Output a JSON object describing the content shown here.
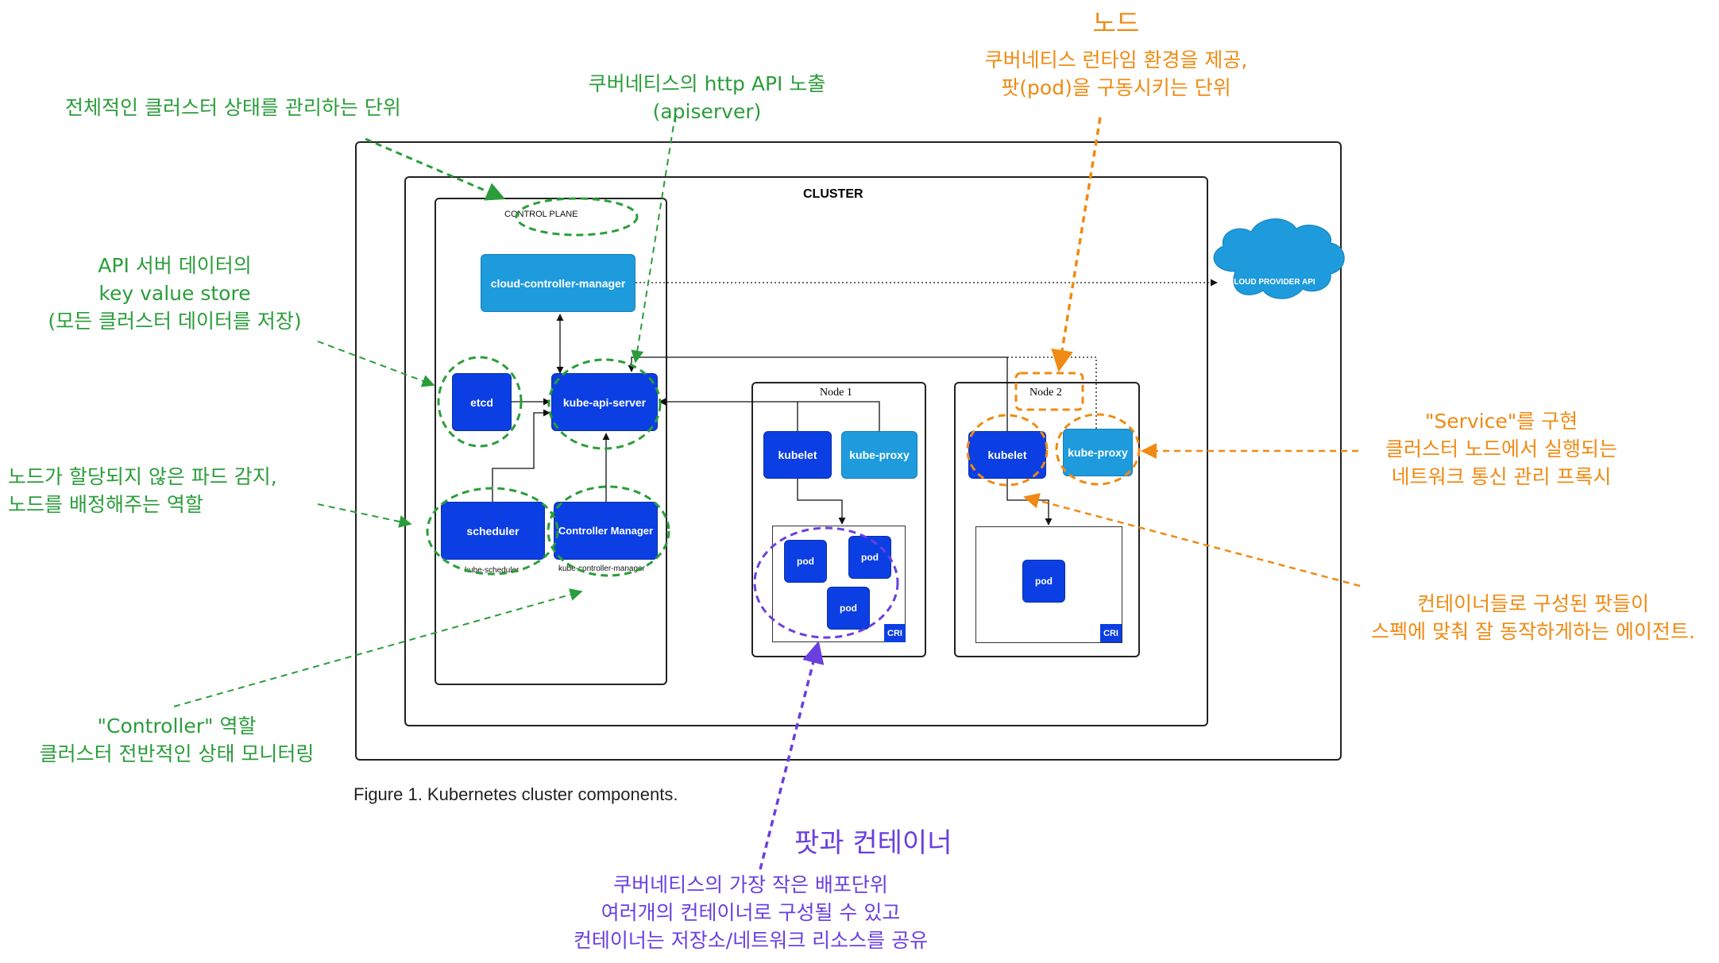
{
  "diagram": {
    "cluster_label": "CLUSTER",
    "control_plane_label": "CONTROL PLANE",
    "components": {
      "cloud_controller_manager": "cloud-controller-manager",
      "kube_api_server": "kube-api-server",
      "etcd": "etcd",
      "scheduler": "scheduler",
      "controller_manager": "Controller Manager",
      "scheduler_sub": "kube-scheduler",
      "controller_manager_sub": "kube-controller-manager",
      "cloud_provider_api": "CLOUD PROVIDER API"
    },
    "node1": {
      "label": "Node 1",
      "kubelet": "kubelet",
      "kube_proxy": "kube-proxy",
      "pods": [
        "pod",
        "pod",
        "pod"
      ],
      "cri": "CRI"
    },
    "node2": {
      "label": "Node 2",
      "kubelet": "kubelet",
      "kube_proxy": "kube-proxy",
      "pods": [
        "pod"
      ],
      "cri": "CRI"
    },
    "caption": "Figure 1. Kubernetes cluster components."
  },
  "annotations": {
    "control_plane": "전체적인 클러스터 상태를 관리하는 단위",
    "apiserver": [
      "쿠버네티스의 http API 노출",
      "(apiserver)"
    ],
    "etcd": [
      "API 서버 데이터의",
      "key value store",
      "(모든 클러스터 데이터를 저장)"
    ],
    "scheduler": [
      "노드가 할당되지 않은 파드 감지,",
      "노드를 배정해주는 역할"
    ],
    "controller": [
      "\"Controller\" 역할",
      "클러스터 전반적인 상태 모니터링"
    ],
    "node": {
      "title": "노드",
      "lines": [
        "쿠버네티스 런타임 환경을 제공,",
        "팟(pod)을 구동시키는 단위"
      ]
    },
    "service": [
      "\"Service\"를 구현",
      "클러스터 노드에서 실행되는",
      "네트워크 통신 관리 프록시"
    ],
    "kubelet": [
      "컨테이너들로 구성된 팟들이",
      "스펙에 맞춰 잘 동작하게하는 에이전트."
    ],
    "pod": {
      "title": "팟과 컨테이너",
      "lines": [
        "쿠버네티스의 가장 작은 배포단위",
        "여러개의 컨테이너로 구성될 수 있고",
        "컨테이너는 저장소/네트워크 리소스를 공유"
      ]
    }
  },
  "colors": {
    "green": "#2a9d3a",
    "orange": "#f08a12",
    "purple": "#6a3fe0",
    "dark_blue": "#0b3fe3",
    "light_blue": "#1e9bdc"
  }
}
